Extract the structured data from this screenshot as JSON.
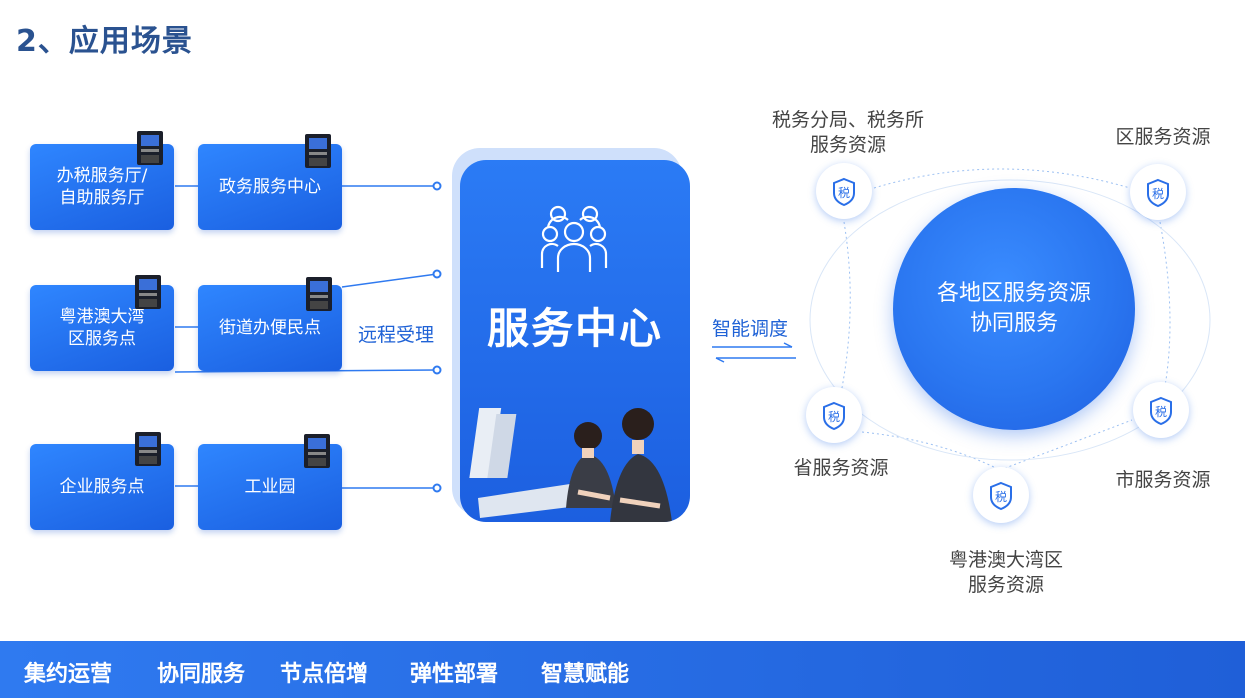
{
  "title": "2、应用场景",
  "left_boxes": [
    {
      "lines": [
        "办税服务厅/",
        "自助服务厅"
      ]
    },
    {
      "lines": [
        "政务服务中心"
      ]
    },
    {
      "lines": [
        "粤港澳大湾",
        "区服务点"
      ]
    },
    {
      "lines": [
        "街道办便民点"
      ]
    },
    {
      "lines": [
        "企业服务点"
      ]
    },
    {
      "lines": [
        "工业园"
      ]
    }
  ],
  "remote_label": "远程受理",
  "center_title": "服务中心",
  "schedule_label": "智能调度",
  "hub": {
    "line1": "各地区服务资源",
    "line2": "协同服务"
  },
  "badge_text": "税",
  "resources": [
    {
      "lines": [
        "税务分局、税务所",
        "服务资源"
      ]
    },
    {
      "lines": [
        "区服务资源"
      ]
    },
    {
      "lines": [
        "省服务资源"
      ]
    },
    {
      "lines": [
        "市服务资源"
      ]
    },
    {
      "lines": [
        "粤港澳大湾区",
        "服务资源"
      ]
    }
  ],
  "footer": [
    "集约运营",
    "协同服务",
    "节点倍增",
    "弹性部署",
    "智慧赋能"
  ],
  "colors": {
    "accent": "#1f62d6",
    "title": "#2a5290",
    "box": "#1a5fe0"
  },
  "icons": [
    "kiosk-icon",
    "team-icon",
    "tax-badge-icon"
  ]
}
